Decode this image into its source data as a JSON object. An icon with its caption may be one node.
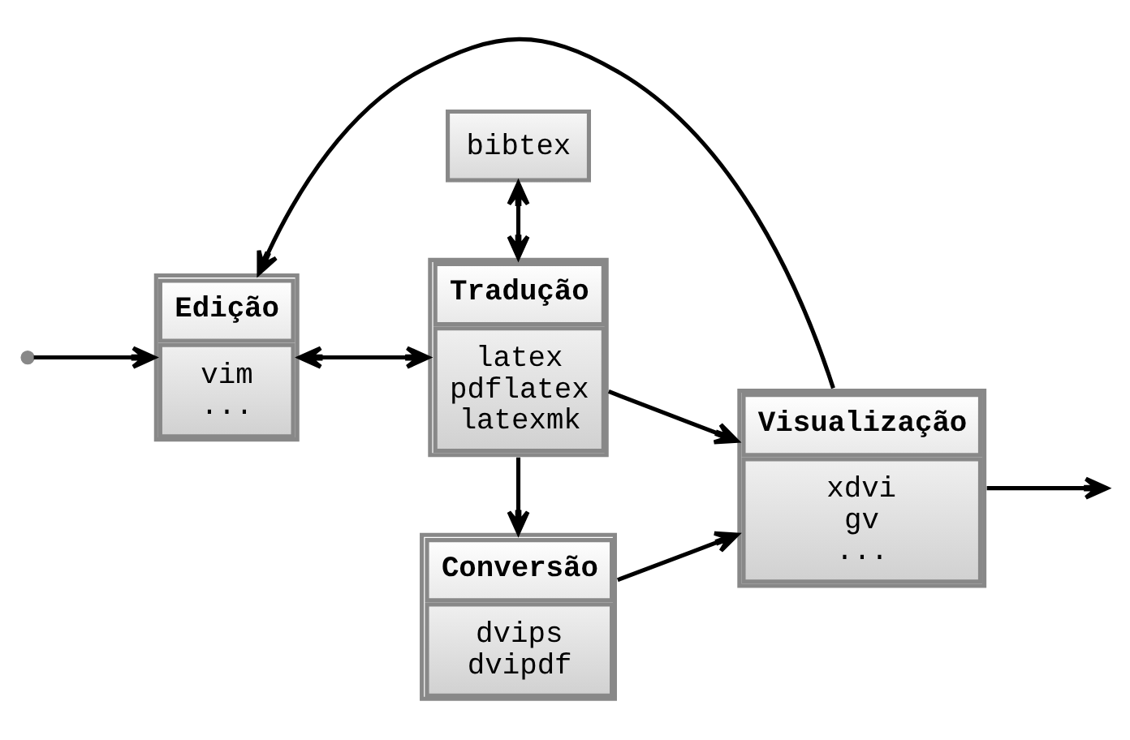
{
  "diagram": {
    "nodes": [
      {
        "text": [],
        "shape": "circle"
      },
      {
        "text": [
          "Edição",
          "vim",
          "..."
        ]
      },
      {
        "text": [
          "bibtex"
        ]
      },
      {
        "text": [
          "Tradução",
          "latex",
          "pdflatex",
          "latexmk"
        ]
      },
      {
        "text": [
          "Conversão",
          "dvips",
          "dvipdf"
        ]
      },
      {
        "text": [
          "Visualização",
          "xdvi",
          "gv",
          "..."
        ]
      }
    ],
    "edges": [
      {
        "from": 0,
        "to": 1,
        "arrow": "to"
      },
      {
        "from": 1,
        "to": 3,
        "arrow": "both"
      },
      {
        "from": 2,
        "to": 3,
        "arrow": "both"
      },
      {
        "from": 3,
        "to": 5,
        "arrow": "to"
      },
      {
        "from": 3,
        "to": 4,
        "arrow": "to"
      },
      {
        "from": 4,
        "to": 5,
        "arrow": "to"
      },
      {
        "from": 5,
        "to": 1,
        "arrow": "to"
      },
      {
        "from": 5,
        "to": null,
        "arrow": "to"
      }
    ]
  }
}
